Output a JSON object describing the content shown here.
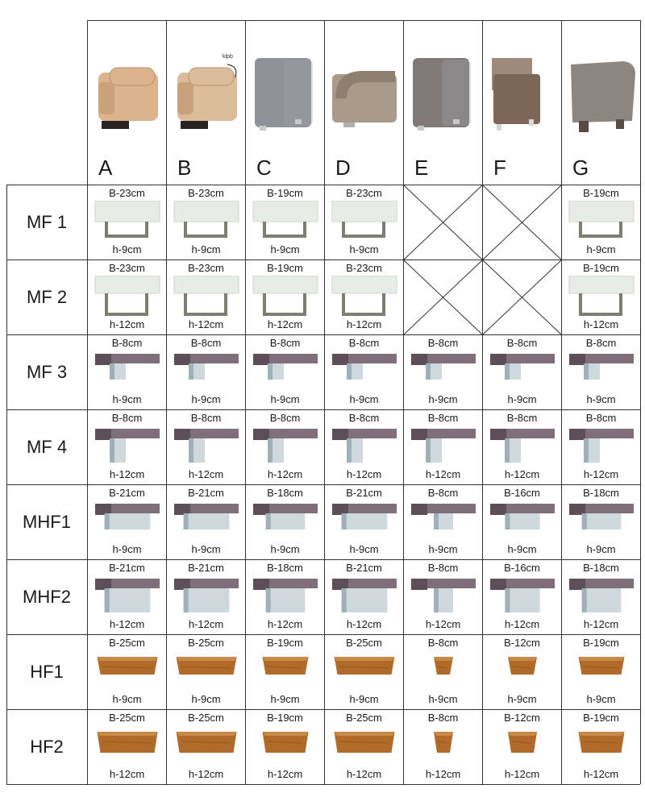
{
  "columns": [
    "A",
    "B",
    "C",
    "D",
    "E",
    "F",
    "G"
  ],
  "swivel_note": "klpb",
  "armrests": [
    {
      "col": "A",
      "upholstery": "#d9b48f",
      "base": "#2a2420",
      "style": "cushion"
    },
    {
      "col": "B",
      "upholstery": "#dbbd9c",
      "base": "#2a2420",
      "style": "cushion-adjustable"
    },
    {
      "col": "C",
      "upholstery": "#8e9397",
      "base": "#c9c9c9",
      "style": "block"
    },
    {
      "col": "D",
      "upholstery": "#a99a8a",
      "base": "#b0b0b0",
      "style": "rounded"
    },
    {
      "col": "E",
      "upholstery": "#7f7a77",
      "base": "#c8c8c8",
      "style": "block"
    },
    {
      "col": "F",
      "upholstery": "#7c6657",
      "base": "#d8d8d8",
      "style": "leather"
    },
    {
      "col": "G",
      "upholstery": "#8c8580",
      "base": "#5a4a40",
      "style": "wedge"
    }
  ],
  "rows": [
    {
      "label": "MF 1",
      "leg": "chrome-loop",
      "cells": [
        {
          "width": "B-23cm",
          "height": "h-9cm"
        },
        {
          "width": "B-23cm",
          "height": "h-9cm"
        },
        {
          "width": "B-19cm",
          "height": "h-9cm"
        },
        {
          "width": "B-23cm",
          "height": "h-9cm"
        },
        null,
        null,
        {
          "width": "B-19cm",
          "height": "h-9cm"
        }
      ]
    },
    {
      "label": "MF 2",
      "leg": "chrome-loop-tall",
      "cells": [
        {
          "width": "B-23cm",
          "height": "h-12cm"
        },
        {
          "width": "B-23cm",
          "height": "h-12cm"
        },
        {
          "width": "B-19cm",
          "height": "h-12cm"
        },
        {
          "width": "B-23cm",
          "height": "h-12cm"
        },
        null,
        null,
        {
          "width": "B-19cm",
          "height": "h-12cm"
        }
      ]
    },
    {
      "label": "MF 3",
      "leg": "narrow-block",
      "cells": [
        {
          "width": "B-8cm",
          "height": "h-9cm"
        },
        {
          "width": "B-8cm",
          "height": "h-9cm"
        },
        {
          "width": "B-8cm",
          "height": "h-9cm"
        },
        {
          "width": "B-8cm",
          "height": "h-9cm"
        },
        {
          "width": "B-8cm",
          "height": "h-9cm"
        },
        {
          "width": "B-8cm",
          "height": "h-9cm"
        },
        {
          "width": "B-8cm",
          "height": "h-9cm"
        }
      ]
    },
    {
      "label": "MF 4",
      "leg": "narrow-block-tall",
      "cells": [
        {
          "width": "B-8cm",
          "height": "h-12cm"
        },
        {
          "width": "B-8cm",
          "height": "h-12cm"
        },
        {
          "width": "B-8cm",
          "height": "h-12cm"
        },
        {
          "width": "B-8cm",
          "height": "h-12cm"
        },
        {
          "width": "B-8cm",
          "height": "h-12cm"
        },
        {
          "width": "B-8cm",
          "height": "h-12cm"
        },
        {
          "width": "B-8cm",
          "height": "h-12cm"
        }
      ]
    },
    {
      "label": "MHF1",
      "leg": "wide-block",
      "cells": [
        {
          "width": "B-21cm",
          "height": "h-9cm"
        },
        {
          "width": "B-21cm",
          "height": "h-9cm"
        },
        {
          "width": "B-18cm",
          "height": "h-9cm"
        },
        {
          "width": "B-21cm",
          "height": "h-9cm"
        },
        {
          "width": "B-8cm",
          "height": "h-9cm"
        },
        {
          "width": "B-16cm",
          "height": "h-9cm"
        },
        {
          "width": "B-18cm",
          "height": "h-9cm"
        }
      ]
    },
    {
      "label": "MHF2",
      "leg": "wide-block-tall",
      "cells": [
        {
          "width": "B-21cm",
          "height": "h-12cm"
        },
        {
          "width": "B-21cm",
          "height": "h-12cm"
        },
        {
          "width": "B-18cm",
          "height": "h-12cm"
        },
        {
          "width": "B-21cm",
          "height": "h-12cm"
        },
        {
          "width": "B-8cm",
          "height": "h-12cm"
        },
        {
          "width": "B-16cm",
          "height": "h-12cm"
        },
        {
          "width": "B-18cm",
          "height": "h-12cm"
        }
      ]
    },
    {
      "label": "HF1",
      "leg": "wood",
      "cells": [
        {
          "width": "B-25cm",
          "height": "h-9cm"
        },
        {
          "width": "B-25cm",
          "height": "h-9cm"
        },
        {
          "width": "B-19cm",
          "height": "h-9cm"
        },
        {
          "width": "B-25cm",
          "height": "h-9cm"
        },
        {
          "width": "B-8cm",
          "height": "h-9cm"
        },
        {
          "width": "B-12cm",
          "height": "h-9cm"
        },
        {
          "width": "B-19cm",
          "height": "h-9cm"
        }
      ]
    },
    {
      "label": "HF2",
      "leg": "wood-tall",
      "cells": [
        {
          "width": "B-25cm",
          "height": "h-12cm"
        },
        {
          "width": "B-25cm",
          "height": "h-12cm"
        },
        {
          "width": "B-19cm",
          "height": "h-12cm"
        },
        {
          "width": "B-25cm",
          "height": "h-12cm"
        },
        {
          "width": "B-8cm",
          "height": "h-12cm"
        },
        {
          "width": "B-12cm",
          "height": "h-12cm"
        },
        {
          "width": "B-19cm",
          "height": "h-12cm"
        }
      ]
    }
  ],
  "colors": {
    "chrome_cushion": "#e8ece6",
    "chrome_metal": "#7d7d72",
    "fabric": "#7f6f78",
    "fabric_dark": "#5d4f58",
    "metal_block": "#cfd8dc",
    "metal_block_dark": "#9fb0b6",
    "wood": "#b06b2a",
    "wood_dark": "#7a4515",
    "grid_line": "#333333"
  }
}
